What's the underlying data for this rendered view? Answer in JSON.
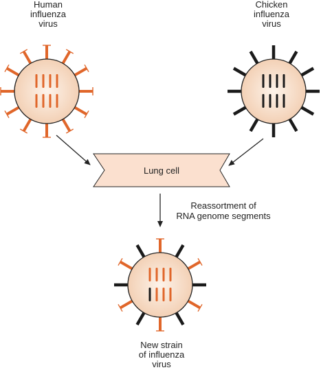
{
  "labels": {
    "human_virus": [
      "Human",
      "influenza",
      "virus"
    ],
    "chicken_virus": [
      "Chicken",
      "influenza",
      "virus"
    ],
    "lung_cell": "Lung cell",
    "reassortment": [
      "Reassortment of",
      "RNA genome segments"
    ],
    "new_strain": [
      "New strain",
      "of influenza",
      "virus"
    ]
  },
  "colors": {
    "human": "#e0662a",
    "chicken": "#1a1a1a",
    "virus_fill_outer": "#f2cdb0",
    "virus_fill_inner": "#fdf3ea",
    "lung_cell_fill": "#fbe0cf",
    "outline": "#222222"
  },
  "viruses": [
    {
      "id": "human",
      "spike_colors": [
        "human",
        "human",
        "human",
        "human",
        "human",
        "human",
        "human",
        "human",
        "human",
        "human",
        "human",
        "human"
      ],
      "segment_colors": [
        "human",
        "human",
        "human",
        "human",
        "human",
        "human",
        "human",
        "human"
      ]
    },
    {
      "id": "chicken",
      "spike_colors": [
        "chicken",
        "chicken",
        "chicken",
        "chicken",
        "chicken",
        "chicken",
        "chicken",
        "chicken",
        "chicken",
        "chicken",
        "chicken",
        "chicken"
      ],
      "segment_colors": [
        "chicken",
        "chicken",
        "chicken",
        "chicken",
        "chicken",
        "chicken",
        "chicken",
        "chicken"
      ]
    },
    {
      "id": "new",
      "spike_colors": [
        "human",
        "chicken",
        "human",
        "chicken",
        "human",
        "chicken",
        "human",
        "chicken",
        "human",
        "chicken",
        "human",
        "chicken"
      ],
      "segment_colors": [
        "human",
        "human",
        "human",
        "human",
        "chicken",
        "human",
        "human",
        "human"
      ]
    }
  ]
}
